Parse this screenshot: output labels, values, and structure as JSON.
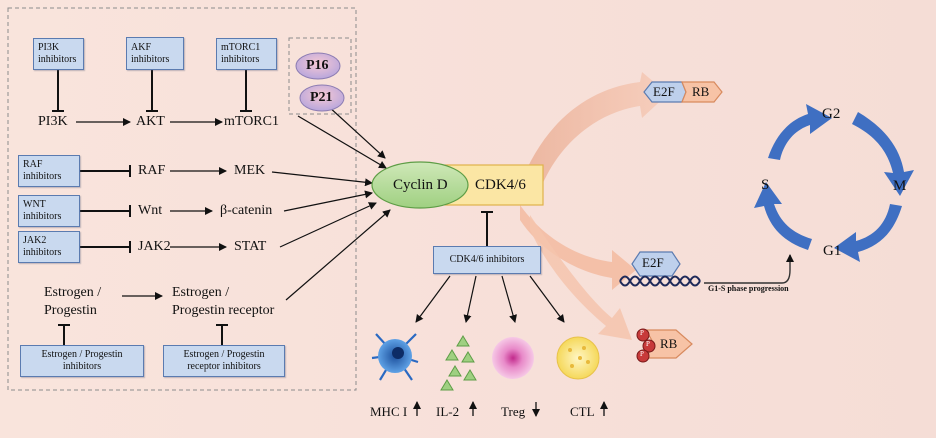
{
  "inhibitors": {
    "pi3k": "PI3K\ninhibitors",
    "akf": "AKF\ninhibitors",
    "mtorc1": "mTORC1\ninhibitors",
    "raf": "RAF\ninhibitors",
    "wnt": "WNT\ninhibitors",
    "jak2": "JAK2\ninhibitors",
    "estrogen_progestin": "Estrogen / Progestin\ninhibitors",
    "receptor": "Estrogen / Progestin\nreceptor inhibitors",
    "cdk46": "CDK4/6 inhibitors"
  },
  "pathway": {
    "pi3k": "PI3K",
    "akt": "AKT",
    "mtorc1": "mTORC1",
    "raf": "RAF",
    "mek": "MEK",
    "wnt": "Wnt",
    "beta_catenin": "β-catenin",
    "jak2": "JAK2",
    "stat": "STAT",
    "estrogen": "Estrogen /\nProgestin",
    "estrogen_receptor": "Estrogen /\nProgestin receptor"
  },
  "proteins": {
    "p16": "P16",
    "p21": "P21",
    "cyclin_d": "Cyclin D",
    "cdk46": "CDK4/6",
    "e2f": "E2F",
    "rb": "RB",
    "phospho": "P"
  },
  "effects": {
    "mhc": "MHC I",
    "il2": "IL-2",
    "treg": "Treg",
    "ctl": "CTL"
  },
  "cell_cycle": {
    "g2": "G2",
    "m": "M",
    "g1": "G1",
    "s": "S",
    "progression": "G1-S phase progression"
  },
  "colors": {
    "inhibitor_box": "#c9d9ef",
    "inhibitor_border": "#5b7bb0",
    "cyclin_d": "#b8dc9c",
    "cdk46": "#fbe6a4",
    "p_badge": "#c7b8e0",
    "cycle_arrow": "#3f6fc2",
    "e2f": "#bed0ec",
    "rb": "#f7c3a6"
  }
}
